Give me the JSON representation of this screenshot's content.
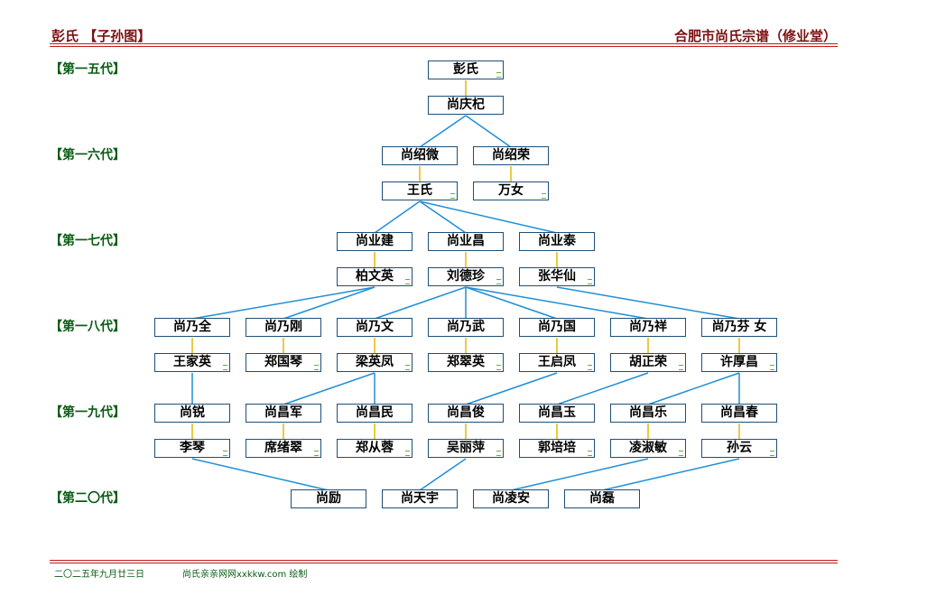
{
  "header": {
    "left_title": "彭氏 【子孙图】",
    "right_title": "合肥市尚氏宗谱（修业堂）"
  },
  "generations": [
    "【第一五代】",
    "【第一六代】",
    "【第一七代】",
    "【第一八代】",
    "【第一九代】",
    "【第二〇代】"
  ],
  "people": {
    "pengshi": "彭氏",
    "shang_qingqi": "尚庆杞",
    "shang_shaowei": "尚绍微",
    "shang_shaorong": "尚绍荣",
    "wangshi": "王氏",
    "wannv": "万女",
    "shang_yejian": "尚业建",
    "shang_yechang": "尚业昌",
    "shang_yetai": "尚业泰",
    "bai_wenying": "柏文英",
    "liu_dezhen": "刘德珍",
    "zhang_huaxian": "张华仙",
    "shang_naiquan": "尚乃全",
    "shang_naigang": "尚乃刚",
    "shang_naiwen": "尚乃文",
    "shang_naiwu": "尚乃武",
    "shang_naiguo": "尚乃国",
    "shang_naixiang": "尚乃祥",
    "shang_naifen": "尚乃芬 女",
    "wang_jiaying": "王家英",
    "zheng_guoqin": "郑国琴",
    "liang_yingfeng": "梁英凤",
    "zheng_cuiying": "郑翠英",
    "wang_qifeng": "王启凤",
    "hu_zhengrong": "胡正荣",
    "xu_houchang": "许厚昌",
    "shang_rui": "尚锐",
    "shang_changjun": "尚昌军",
    "shang_changmin": "尚昌民",
    "shang_changjun2": "尚昌俊",
    "shang_changyu": "尚昌玉",
    "shang_changle": "尚昌乐",
    "shang_changchun": "尚昌春",
    "li_qin": "李琴",
    "xi_xucui": "席绪翠",
    "zheng_congrong": "郑从蓉",
    "wu_liping": "吴丽萍",
    "guo_peipei": "郭培培",
    "ling_shumin": "凌淑敏",
    "sun_yun": "孙云",
    "shang_li": "尚励",
    "shang_tianyu": "尚天宇",
    "shang_lingan": "尚凌安",
    "shang_lei": "尚磊"
  },
  "footer": {
    "date": "二〇二五年九月廿三日",
    "credit": "尚氏亲亲网网xxkkw.com 绘制"
  },
  "colors": {
    "line_blue": "#1e8fd6",
    "spouse_link": "#e6b800",
    "box_border": "#1e4f78",
    "rule_red": "#c21a1a",
    "title_red": "#7a1212",
    "gen_green": "#0a5c14"
  }
}
